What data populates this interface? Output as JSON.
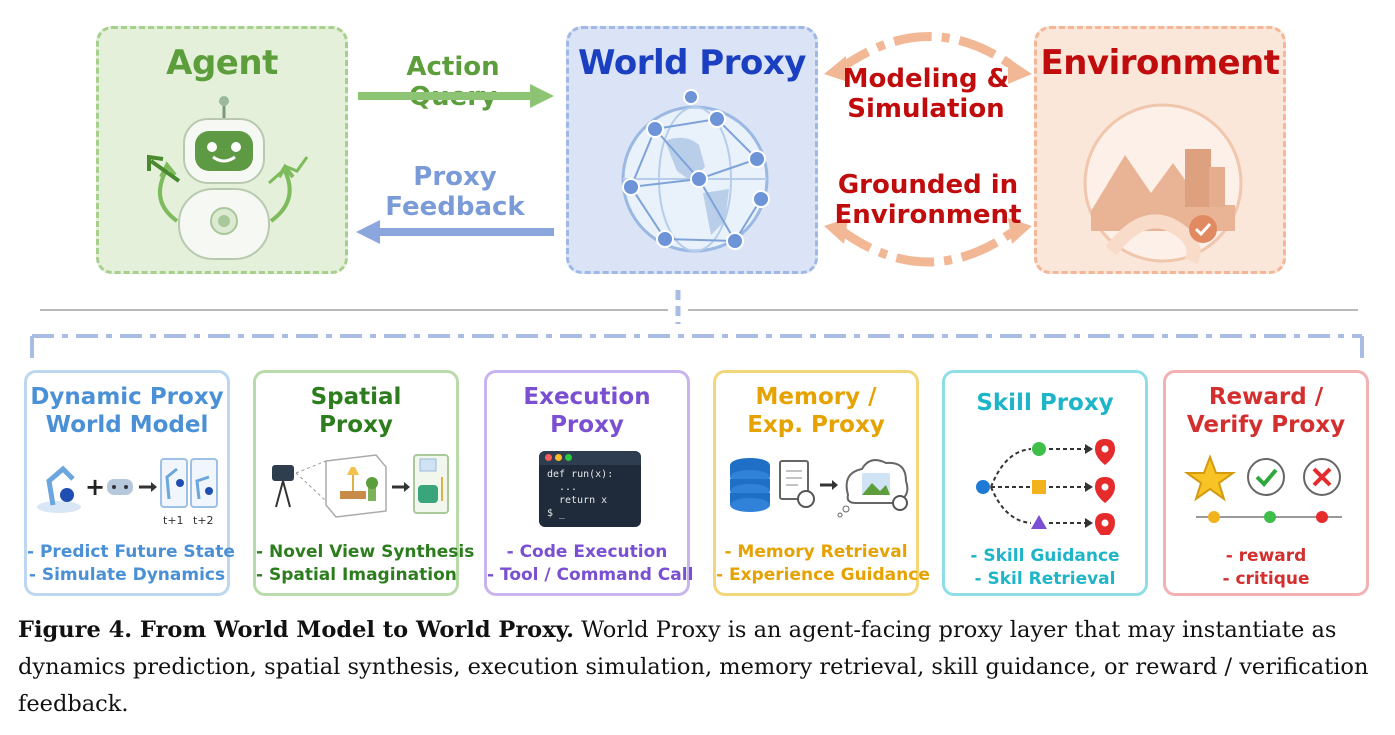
{
  "colors": {
    "agent": "#5d9e3c",
    "proxy": "#1a3fc0",
    "environment": "#c00c0c",
    "feedback": "#7a9ad8",
    "dynamic": "#4a90d6",
    "spatial": "#2d7d1f",
    "execution": "#7a4fd1",
    "memory": "#e6a200",
    "skill": "#1fb5c9",
    "reward": "#d32f2f"
  },
  "top": {
    "agent_title": "Agent",
    "proxy_title": "World Proxy",
    "environment_title": "Environment",
    "action_query": "Action Query",
    "proxy_feedback_line1": "Proxy",
    "proxy_feedback_line2": "Feedback",
    "modeling_line1": "Modeling &",
    "modeling_line2": "Simulation",
    "grounded_line1": "Grounded in",
    "grounded_line2": "Environment"
  },
  "cards": [
    {
      "title1": "Dynamic Proxy",
      "title2": "World Model",
      "items": [
        "- Predict Future State",
        "- Simulate Dynamics"
      ],
      "labels": [
        "t+1",
        "t+2"
      ]
    },
    {
      "title1": "Spatial",
      "title2": "Proxy",
      "items": [
        "- Novel View Synthesis",
        "- Spatial Imagination"
      ]
    },
    {
      "title1": "Execution",
      "title2": "Proxy",
      "items": [
        "- Code Execution",
        "- Tool / Command Call"
      ],
      "code": [
        "def run(x):",
        "...",
        "return x",
        "$ _"
      ]
    },
    {
      "title1": "Memory /",
      "title2": "Exp. Proxy",
      "items": [
        "- Memory Retrieval",
        "- Experience Guidance"
      ]
    },
    {
      "title1": "Skill Proxy",
      "title2": "",
      "items": [
        "- Skill Guidance",
        "- Skil Retrieval"
      ]
    },
    {
      "title1": "Reward /",
      "title2": "Verify Proxy",
      "items": [
        "- reward",
        "- critique"
      ]
    }
  ],
  "caption": {
    "label": "Figure 4. From World Model to World Proxy.",
    "text": " World Proxy is an agent-facing proxy layer that may instantiate as dynamics prediction, spatial synthesis, execution simulation, memory retrieval, skill guidance, or reward / verification feedback."
  }
}
